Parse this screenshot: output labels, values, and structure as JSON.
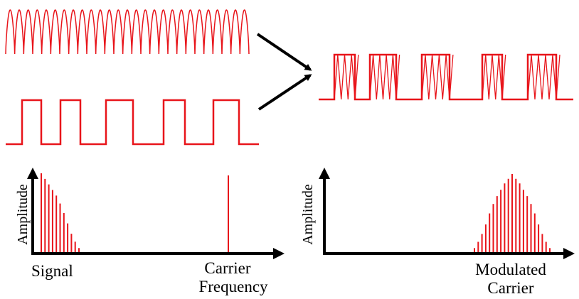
{
  "labels": {
    "signal": "Signal",
    "carrier_line1": "Carrier",
    "carrier_line2": "Frequency",
    "modulated_line1": "Modulated",
    "modulated_line2": "Carrier",
    "amplitude_left": "Amplitude",
    "amplitude_right": "Amplitude"
  },
  "colors": {
    "wave": "#e8141a",
    "axis": "#000000"
  },
  "waveforms": {
    "carrier_cycles": 27,
    "signal_pulses": 5,
    "modulated_pulses": 5
  },
  "spectra": {
    "signal_harmonics": [
      1.0,
      0.93,
      0.86,
      0.79,
      0.72,
      0.62,
      0.5,
      0.37,
      0.24,
      0.14,
      0.06
    ],
    "carrier_line": 1.0,
    "modulated_sidebands": [
      0.06,
      0.14,
      0.24,
      0.36,
      0.5,
      0.62,
      0.72,
      0.8,
      0.88,
      0.94,
      1.0,
      0.94,
      0.88,
      0.8,
      0.72,
      0.62,
      0.5,
      0.36,
      0.24,
      0.14,
      0.06
    ]
  }
}
